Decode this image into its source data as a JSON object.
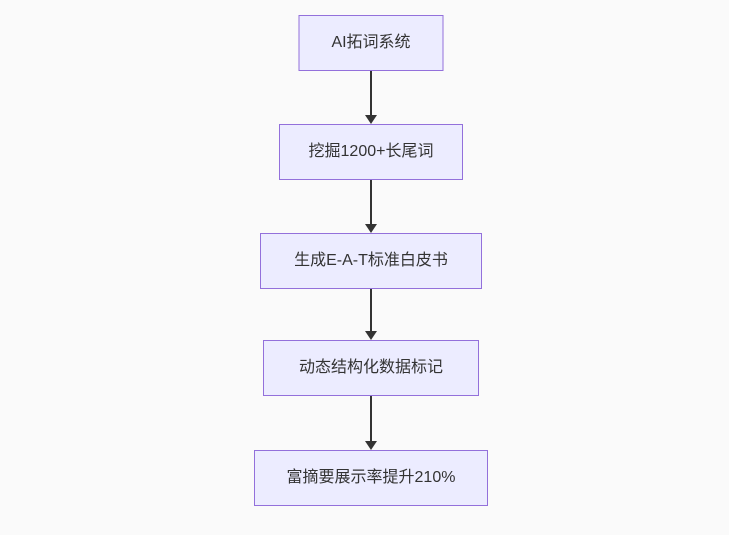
{
  "diagram": {
    "type": "flowchart-top-down",
    "background": "#fafafa",
    "node_style": {
      "fill": "#ECECFF",
      "border": "#9370DB",
      "text_color": "#333333",
      "arrow_color": "#333333"
    },
    "nodes": [
      {
        "label": "AI拓词系统"
      },
      {
        "label": "挖掘1200+长尾词"
      },
      {
        "label": "生成E-A-T标准白皮书"
      },
      {
        "label": "动态结构化数据标记"
      },
      {
        "label": "富摘要展示率提升210%"
      }
    ],
    "edges": [
      {
        "from": 0,
        "to": 1
      },
      {
        "from": 1,
        "to": 2
      },
      {
        "from": 2,
        "to": 3
      },
      {
        "from": 3,
        "to": 4
      }
    ]
  }
}
